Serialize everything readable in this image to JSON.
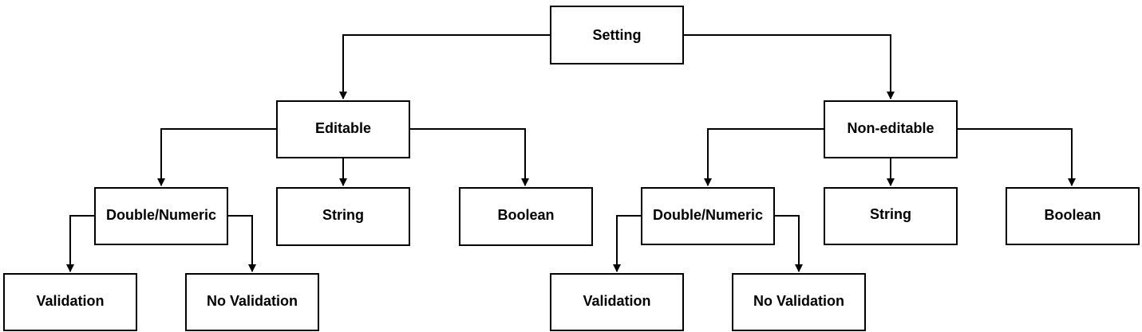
{
  "nodes": {
    "setting": "Setting",
    "editable": "Editable",
    "non_editable": "Non-editable",
    "editable_double_numeric": "Double/Numeric",
    "editable_string": "String",
    "editable_boolean": "Boolean",
    "non_editable_double_numeric": "Double/Numeric",
    "non_editable_string": "String",
    "non_editable_boolean": "Boolean",
    "editable_validation": "Validation",
    "editable_no_validation": "No Validation",
    "non_editable_validation": "Validation",
    "non_editable_no_validation": "No Validation"
  },
  "edges": [
    [
      "setting",
      "editable"
    ],
    [
      "setting",
      "non_editable"
    ],
    [
      "editable",
      "editable_double_numeric"
    ],
    [
      "editable",
      "editable_string"
    ],
    [
      "editable",
      "editable_boolean"
    ],
    [
      "non_editable",
      "non_editable_double_numeric"
    ],
    [
      "non_editable",
      "non_editable_string"
    ],
    [
      "non_editable",
      "non_editable_boolean"
    ],
    [
      "editable_double_numeric",
      "editable_validation"
    ],
    [
      "editable_double_numeric",
      "editable_no_validation"
    ],
    [
      "non_editable_double_numeric",
      "non_editable_validation"
    ],
    [
      "non_editable_double_numeric",
      "non_editable_no_validation"
    ]
  ]
}
